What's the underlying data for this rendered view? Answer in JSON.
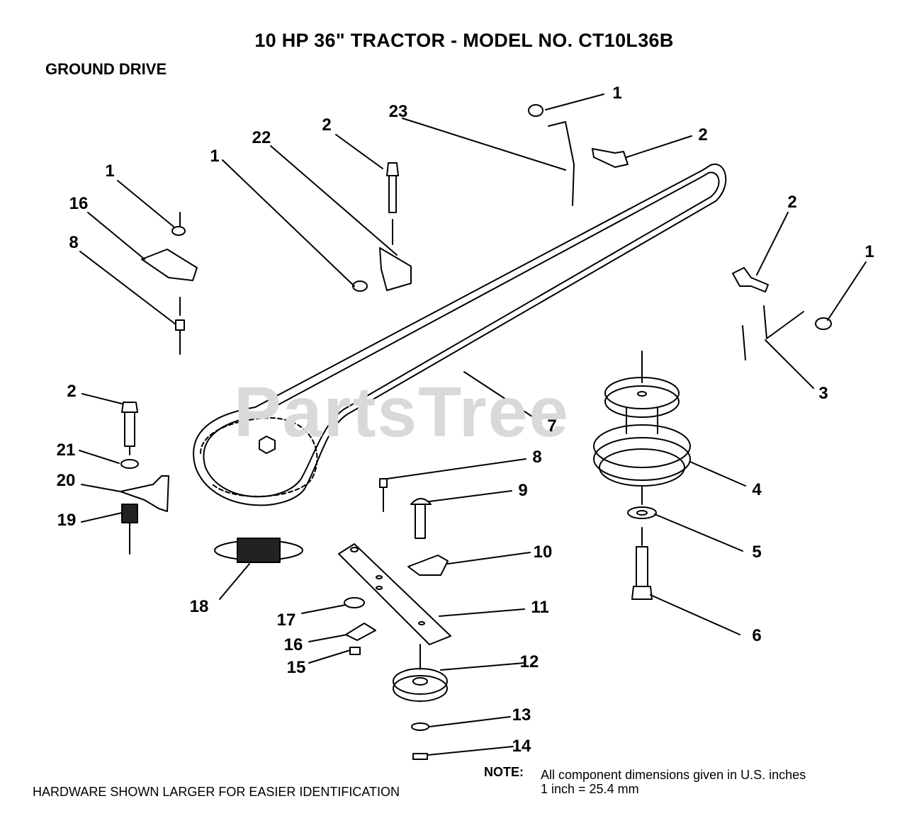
{
  "diagram": {
    "title": "10 HP 36\" TRACTOR - MODEL NO. CT10L36B",
    "subtitle": "GROUND DRIVE",
    "footer": "HARDWARE SHOWN LARGER FOR EASIER IDENTIFICATION",
    "note": {
      "label": "NOTE:",
      "line1": "All component dimensions given in U.S. inches",
      "line2": "1 inch = 25.4 mm"
    },
    "watermark": "PartsTree"
  },
  "callouts": [
    {
      "id": "c1a",
      "label": "1"
    },
    {
      "id": "c2a",
      "label": "2"
    },
    {
      "id": "c23",
      "label": "23"
    },
    {
      "id": "c2b",
      "label": "2"
    },
    {
      "id": "c22",
      "label": "22"
    },
    {
      "id": "c1b",
      "label": "1"
    },
    {
      "id": "c1c",
      "label": "1"
    },
    {
      "id": "c16a",
      "label": "16"
    },
    {
      "id": "c8a",
      "label": "8"
    },
    {
      "id": "c2c",
      "label": "2"
    },
    {
      "id": "c1d",
      "label": "1"
    },
    {
      "id": "c3",
      "label": "3"
    },
    {
      "id": "c7",
      "label": "7"
    },
    {
      "id": "c2d",
      "label": "2"
    },
    {
      "id": "c21",
      "label": "21"
    },
    {
      "id": "c20",
      "label": "20"
    },
    {
      "id": "c19",
      "label": "19"
    },
    {
      "id": "c8b",
      "label": "8"
    },
    {
      "id": "c9",
      "label": "9"
    },
    {
      "id": "c4",
      "label": "4"
    },
    {
      "id": "c5",
      "label": "5"
    },
    {
      "id": "c10",
      "label": "10"
    },
    {
      "id": "c18",
      "label": "18"
    },
    {
      "id": "c11",
      "label": "11"
    },
    {
      "id": "c17",
      "label": "17"
    },
    {
      "id": "c6",
      "label": "6"
    },
    {
      "id": "c16b",
      "label": "16"
    },
    {
      "id": "c15",
      "label": "15"
    },
    {
      "id": "c12",
      "label": "12"
    },
    {
      "id": "c13",
      "label": "13"
    },
    {
      "id": "c14",
      "label": "14"
    }
  ]
}
